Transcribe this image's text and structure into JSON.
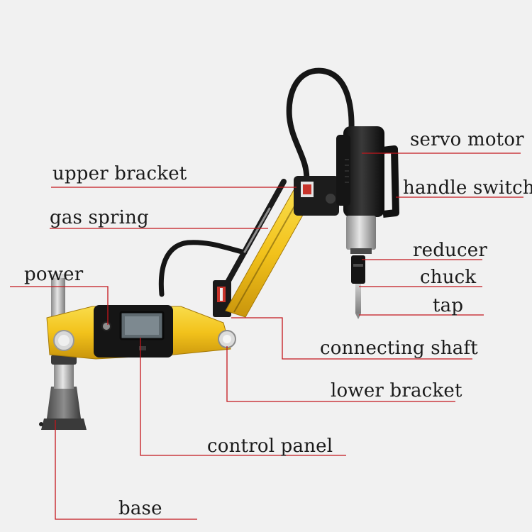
{
  "labels": {
    "servo_motor": "servo motor",
    "upper_bracket": "upper bracket",
    "handle_switch": "handle switch",
    "gas_spring": "gas spring",
    "reducer": "reducer",
    "power": "power",
    "chuck": "chuck",
    "tap": "tap",
    "connecting_shaft": "connecting shaft",
    "lower_bracket": "lower bracket",
    "control_panel": "control panel",
    "base": "base"
  },
  "colors": {
    "background": "#f1f1f1",
    "leader_line": "#c4161c",
    "arm_yellow": "#f2c21b",
    "body_black": "#1b1b1b"
  }
}
